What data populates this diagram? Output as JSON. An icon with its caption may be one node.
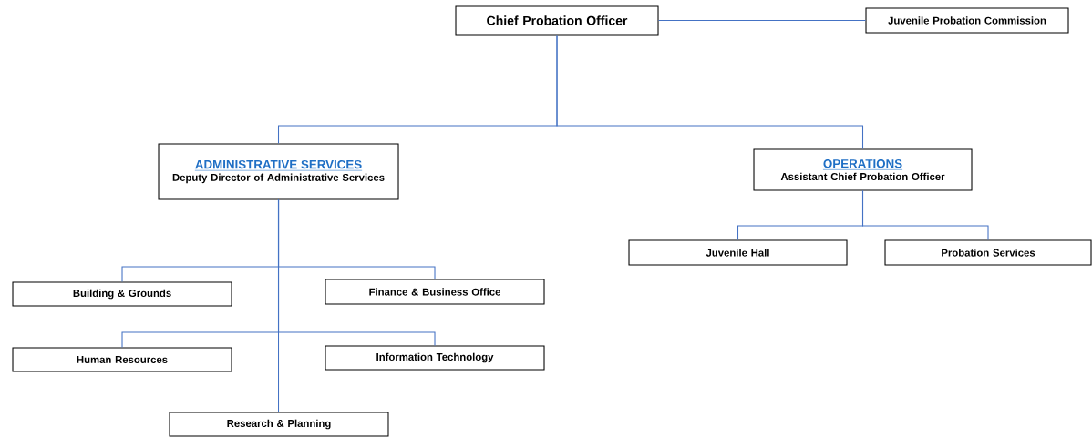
{
  "diagram": {
    "nodes": [
      {
        "text": [
          "Chief Probation Officer"
        ]
      },
      {
        "text": [
          "Juvenile Probation Commission"
        ]
      },
      {
        "text": [
          "ADMINISTRATIVE SERVICES",
          "Deputy Director of Administrative Services"
        ]
      },
      {
        "text": [
          "OPERATIONS",
          "Assistant Chief Probation Officer"
        ]
      },
      {
        "text": [
          "Juvenile Hall"
        ]
      },
      {
        "text": [
          "Probation Services"
        ]
      },
      {
        "text": [
          "Building & Grounds"
        ]
      },
      {
        "text": [
          "Finance & Business Office"
        ]
      },
      {
        "text": [
          "Human Resources"
        ]
      },
      {
        "text": [
          "Information Technology"
        ]
      },
      {
        "text": [
          "Research & Planning"
        ]
      }
    ],
    "edges": [
      {
        "from": 0,
        "to": 1,
        "arrow": "none"
      },
      {
        "from": 0,
        "to": 2,
        "arrow": "none"
      },
      {
        "from": 0,
        "to": 3,
        "arrow": "none"
      },
      {
        "from": 3,
        "to": 4,
        "arrow": "none"
      },
      {
        "from": 3,
        "to": 5,
        "arrow": "none"
      },
      {
        "from": 2,
        "to": 6,
        "arrow": "none"
      },
      {
        "from": 2,
        "to": 7,
        "arrow": "none"
      },
      {
        "from": 2,
        "to": 8,
        "arrow": "none"
      },
      {
        "from": 2,
        "to": 9,
        "arrow": "none"
      },
      {
        "from": 2,
        "to": 10,
        "arrow": "none"
      }
    ]
  }
}
